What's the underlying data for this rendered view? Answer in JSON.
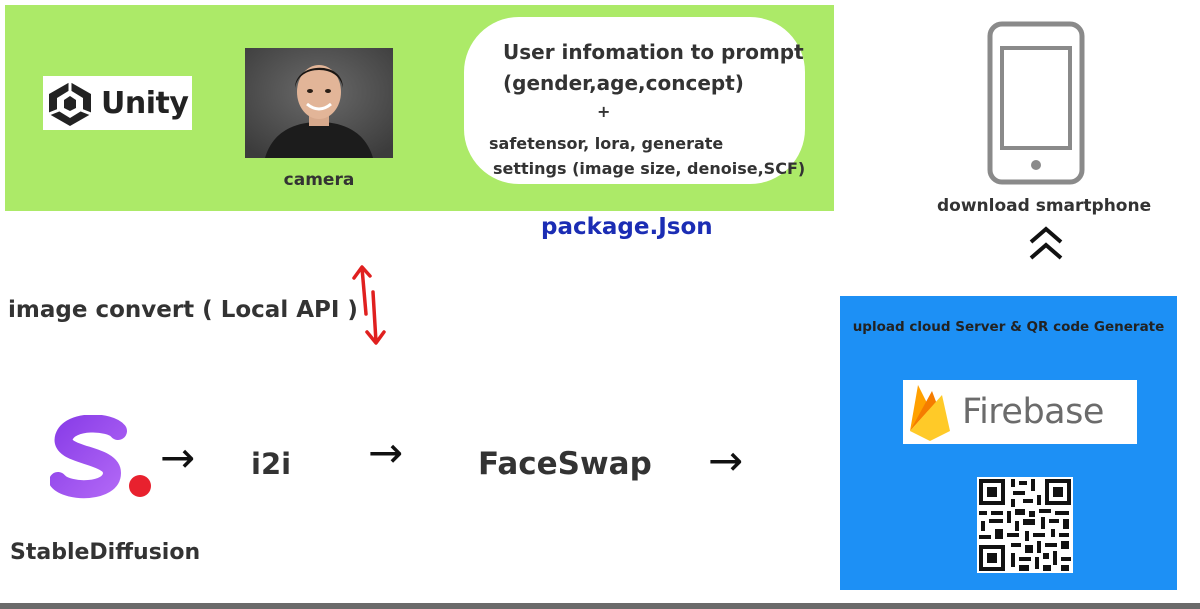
{
  "top_panel": {
    "unity_logo_text": "Unity",
    "camera_label": "camera",
    "prompt_bubble": {
      "line1": "User infomation to prompt",
      "line2": "(gender,age,concept)",
      "line3": "+",
      "line4": "safetensor, lora, generate",
      "line5": "settings (image size, denoise,SCF)"
    },
    "package_label": "package.Json"
  },
  "middle": {
    "convert_label": "image convert ( Local API )"
  },
  "pipeline": {
    "stable_diffusion_label": "StableDiffusion",
    "step_i2i": "i2i",
    "step_faceswap": "FaceSwap",
    "arrow_glyph": "→"
  },
  "right": {
    "download_label": "download smartphone",
    "cloud_title": "upload cloud Server & QR code Generate",
    "firebase_text": "Firebase"
  },
  "colors": {
    "top_panel_bg": "#acea68",
    "package_label": "#1b2db4",
    "cloud_panel_bg": "#1d90f5",
    "convert_arrows": "#e0201f",
    "sd_logo_purple": "#9a4df0",
    "sd_logo_dot": "#e8212e"
  },
  "icons": [
    "unity-icon",
    "person-photo",
    "red-up-down-arrows-icon",
    "stable-diffusion-logo-icon",
    "smartphone-icon",
    "double-chevron-up-icon",
    "firebase-flame-icon",
    "qr-code-icon"
  ]
}
